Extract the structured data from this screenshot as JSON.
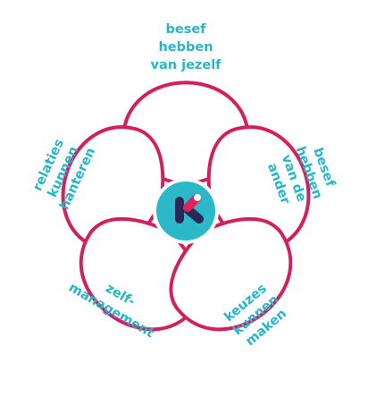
{
  "colors": {
    "petal_stroke": "#d31f5b",
    "text": "#29b5c8",
    "center_fill": "#2bb9c9",
    "logo_ink": "#2d2755",
    "logo_accent": "#e0245e",
    "background": "#ffffff"
  },
  "center": {
    "icon": "k-logo-icon"
  },
  "petals": [
    {
      "id": "top",
      "lines": [
        "besef",
        "hebben",
        "van jezelf"
      ]
    },
    {
      "id": "right",
      "lines": [
        "besef",
        "hebben",
        "van de",
        "ander"
      ]
    },
    {
      "id": "left",
      "lines": [
        "relaties",
        "kunnen",
        "hanteren"
      ]
    },
    {
      "id": "bottom-left",
      "lines": [
        "zelf-",
        "management"
      ]
    },
    {
      "id": "bottom-right",
      "lines": [
        "keuzes",
        "kunnen",
        "maken"
      ]
    }
  ]
}
